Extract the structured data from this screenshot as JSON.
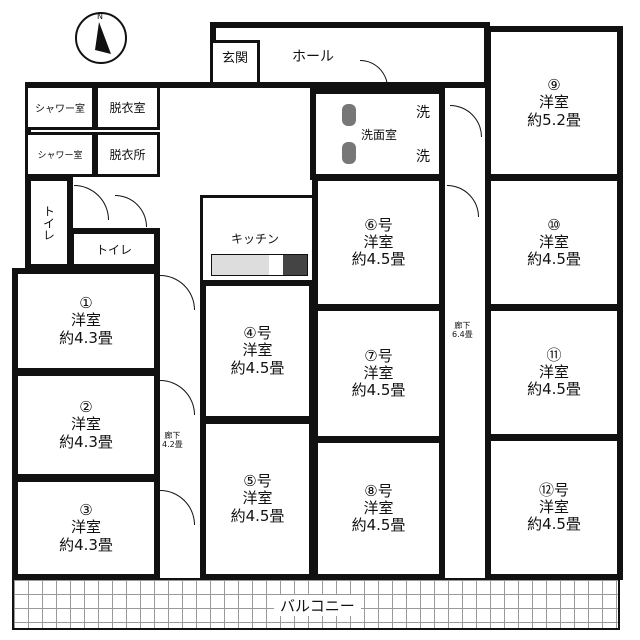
{
  "compass": {
    "label": "N"
  },
  "entrance": "玄関",
  "hall": "ホール",
  "showers": [
    {
      "shower": "シャワー室",
      "dressing": "脱衣室"
    },
    {
      "shower": "シャワー室",
      "dressing": "脱衣所"
    }
  ],
  "toilets": [
    "トイレ",
    "トイレ"
  ],
  "kitchen": "キッチン",
  "washroom": {
    "label": "洗面室",
    "sink1": "洗",
    "sink2": "洗"
  },
  "rooms": [
    {
      "num": "①",
      "type": "洋室",
      "size": "約4.3畳"
    },
    {
      "num": "②",
      "type": "洋室",
      "size": "約4.3畳"
    },
    {
      "num": "③",
      "type": "洋室",
      "size": "約4.3畳"
    },
    {
      "num": "④号",
      "type": "洋室",
      "size": "約4.5畳"
    },
    {
      "num": "⑤号",
      "type": "洋室",
      "size": "約4.5畳"
    },
    {
      "num": "⑥号",
      "type": "洋室",
      "size": "約4.5畳"
    },
    {
      "num": "⑦号",
      "type": "洋室",
      "size": "約4.5畳"
    },
    {
      "num": "⑧号",
      "type": "洋室",
      "size": "約4.5畳"
    },
    {
      "num": "⑨",
      "type": "洋室",
      "size": "約5.2畳"
    },
    {
      "num": "⑩",
      "type": "洋室",
      "size": "約4.5畳"
    },
    {
      "num": "⑪",
      "type": "洋室",
      "size": "約4.5畳"
    },
    {
      "num": "⑫号",
      "type": "洋室",
      "size": "約4.5畳"
    }
  ],
  "corridors": [
    {
      "label": "廊下",
      "size": "4.2畳"
    },
    {
      "label": "廊下",
      "size": "6.4畳"
    }
  ],
  "balcony": "バルコニー"
}
